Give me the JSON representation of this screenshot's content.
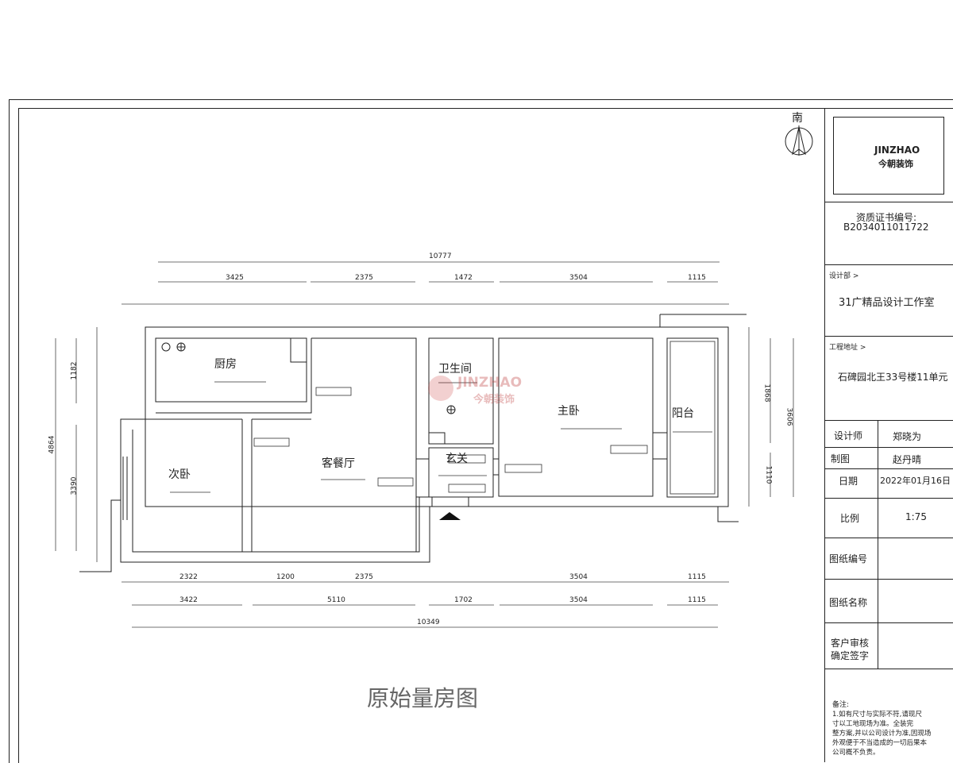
{
  "plan": {
    "title": "原始量房图",
    "compass_label": "南",
    "rooms": {
      "kitchen": "厨房",
      "bathroom": "卫生间",
      "master_bedroom": "主卧",
      "balcony": "阳台",
      "living_dining": "客餐厅",
      "second_bedroom": "次卧",
      "entrance": "玄关"
    },
    "dimensions": {
      "overall_top": "10777",
      "overall_bottom": "10349",
      "top_row1": [
        "3425",
        "2375",
        "1472",
        "3504",
        "1115"
      ],
      "bottom_row1": [
        "2322",
        "1200",
        "2375",
        "3504",
        "1115"
      ],
      "bottom_row2": [
        "3422",
        "5110",
        "1702",
        "3504",
        "1115"
      ],
      "left_overall": "4864",
      "left_parts": [
        "1182",
        "3390"
      ],
      "right_overall": "3606",
      "right_parts": [
        "1868",
        "1110"
      ]
    }
  },
  "title_block": {
    "logo_brand": "JINZHAO",
    "logo_chinese": "今朝装饰",
    "cert_label": "资质证书编号:",
    "cert_number": "B2034011011722",
    "design_dept_label": "设计部 >",
    "design_dept_value": "31广精品设计工作室",
    "project_label": "工程地址 >",
    "project_value": "石碑园北王33号楼11单元",
    "rows": [
      {
        "label": "设计师",
        "value": "郑晓为"
      },
      {
        "label": "制图",
        "value": "赵丹晴"
      },
      {
        "label": "日期",
        "value": "2022年01月16日"
      }
    ],
    "scale_label": "比例",
    "scale_value": "1:75",
    "drawing_no_label": "图纸编号",
    "drawing_name_label": "图纸名称",
    "client_label_1": "客户审核",
    "client_label_2": "确定签字",
    "notes_title": "备注:",
    "notes_lines": [
      "1.如有尺寸与实际不符,请现尺",
      "寸以工地现场为准。全装完",
      "整方案,并以公司设计为准,因现场",
      "外观便于不当造成的一切后果本",
      "公司概不负责。"
    ]
  },
  "watermark": {
    "brand": "JINZHAO",
    "chinese": "今朝装饰"
  }
}
